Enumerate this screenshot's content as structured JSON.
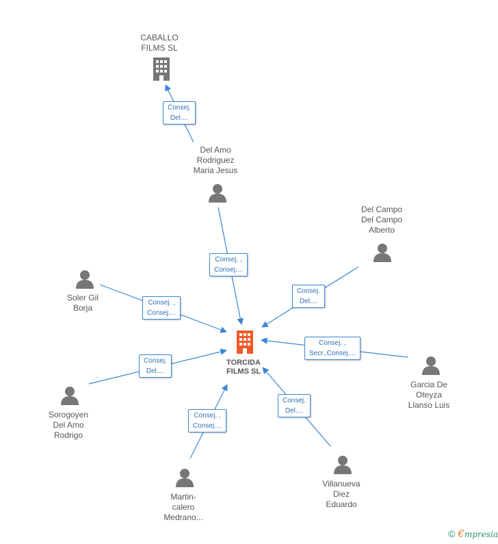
{
  "colors": {
    "edge": "#3a86d6",
    "person": "#777777",
    "company": "#777777",
    "main_company": "#f05a28"
  },
  "main": {
    "name_lines": [
      "TORCIDA",
      "FILMS SL"
    ]
  },
  "caballo": {
    "name_lines": [
      "CABALLO",
      "FILMS SL"
    ],
    "rel_lines": [
      "Consej.",
      "Del...."
    ]
  },
  "persons": [
    {
      "id": "del-amo",
      "name_lines": [
        "Del Amo",
        "Rodriguez",
        "Maria Jesus"
      ],
      "rel_lines": [
        "Consej. ,",
        "Consej...."
      ]
    },
    {
      "id": "del-campo",
      "name_lines": [
        "Del Campo",
        "Del Campo",
        "Alberto"
      ],
      "rel_lines": [
        "Consej.",
        "Del...."
      ]
    },
    {
      "id": "soler",
      "name_lines": [
        "Soler Gil",
        "Borja"
      ],
      "rel_lines": [
        "Consej. ,",
        "Consej...."
      ]
    },
    {
      "id": "garcia",
      "name_lines": [
        "Garcia De",
        "Oteyza",
        "Llanso Luis"
      ],
      "rel_lines": [
        "Consej. ,",
        "Secr.,Consej...."
      ]
    },
    {
      "id": "sorogoyen",
      "name_lines": [
        "Sorogoyen",
        "Del Amo",
        "Rodrigo"
      ],
      "rel_lines": [
        "Consej.",
        "Del...."
      ]
    },
    {
      "id": "villanueva",
      "name_lines": [
        "Villanueva",
        "Diez",
        "Eduardo"
      ],
      "rel_lines": [
        "Consej.",
        "Del...."
      ]
    },
    {
      "id": "martin",
      "name_lines": [
        "Martin-",
        "calero",
        "Medrano..."
      ],
      "rel_lines": [
        "Consej. ,",
        "Consej...."
      ]
    }
  ],
  "footer": {
    "copyright": "©",
    "brand_initial": "€",
    "brand_rest": "mpresia"
  }
}
